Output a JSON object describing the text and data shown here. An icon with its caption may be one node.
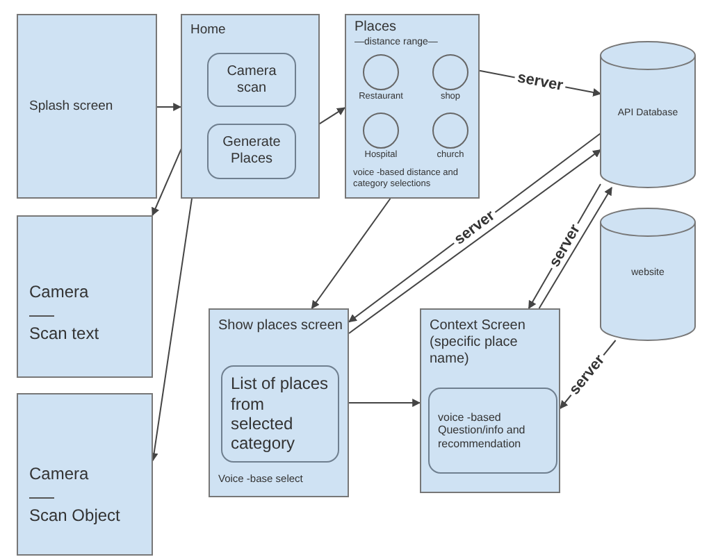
{
  "diagram": {
    "nodes": [
      {
        "text": [
          "Splash screen"
        ]
      },
      {
        "text": [
          "Home"
        ]
      },
      {
        "text": [
          "Camera scan"
        ],
        "in": 1
      },
      {
        "text": [
          "Generate Places"
        ],
        "in": 1
      },
      {
        "text": [
          "Places",
          "—distance range—",
          "voice -based distance and category selections"
        ]
      },
      {
        "text": [],
        "shape": "circle",
        "in": 4,
        "beside": [
          "Restaurant"
        ]
      },
      {
        "text": [],
        "shape": "circle",
        "in": 4,
        "beside": [
          "shop"
        ]
      },
      {
        "text": [],
        "shape": "circle",
        "in": 4,
        "beside": [
          "Hospital"
        ]
      },
      {
        "text": [],
        "shape": "circle",
        "in": 4,
        "beside": [
          "church"
        ]
      },
      {
        "text": [
          "API Database"
        ]
      },
      {
        "text": [
          "website"
        ]
      },
      {
        "text": [
          "Camera",
          "Scan text"
        ]
      },
      {
        "text": [
          "Camera",
          "Scan Object"
        ]
      },
      {
        "text": [
          "Show places screen",
          "Voice -base select"
        ]
      },
      {
        "text": [
          "List of places from selected category"
        ],
        "in": 13
      },
      {
        "text": [
          "Context Screen (specific place name)"
        ]
      },
      {
        "text": [
          "voice -based Question/info and recommendation"
        ],
        "in": 15
      }
    ],
    "edges": [
      {
        "from": 0,
        "to": 1,
        "arrow": "to"
      },
      {
        "from": 2,
        "to": 11,
        "arrow": "to"
      },
      {
        "from": 2,
        "to": 12,
        "arrow": "to"
      },
      {
        "from": 3,
        "to": 4,
        "arrow": "to"
      },
      {
        "from": 4,
        "to": 9,
        "arrow": "to",
        "label": "server"
      },
      {
        "from": 4,
        "to": 13,
        "arrow": "to"
      },
      {
        "from": 9,
        "to": 13,
        "arrow": "to",
        "label": "server"
      },
      {
        "from": 13,
        "to": 9,
        "arrow": "to"
      },
      {
        "from": 9,
        "to": 15,
        "arrow": "to",
        "label": "server"
      },
      {
        "from": 15,
        "to": 9,
        "arrow": "to"
      },
      {
        "from": 10,
        "to": 15,
        "arrow": "to",
        "label": "server"
      },
      {
        "from": 13,
        "to": 15,
        "arrow": "to"
      }
    ]
  }
}
